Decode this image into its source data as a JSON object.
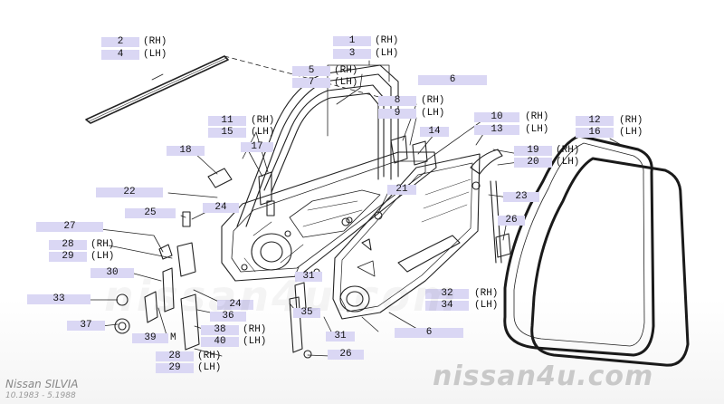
{
  "labels": {
    "p2": "2",
    "p4": "4",
    "p1": "1",
    "p3": "3",
    "p5": "5",
    "p7": "7",
    "p6_top": "6",
    "p8": "8",
    "p9": "9",
    "p10": "10",
    "p13": "13",
    "p11": "11",
    "p15": "15",
    "p12": "12",
    "p16": "16",
    "p14": "14",
    "p17": "17",
    "p18": "18",
    "p19": "19",
    "p20": "20",
    "p21": "21",
    "p22": "22",
    "p23": "23",
    "p24_a": "24",
    "p25": "25",
    "p26_a": "26",
    "p27": "27",
    "p28_a": "28",
    "p29_a": "29",
    "p30": "30",
    "p31_a": "31",
    "p32": "32",
    "p34": "34",
    "p33": "33",
    "p24_b": "24",
    "p36": "36",
    "p35": "35",
    "p37": "37",
    "p38": "38",
    "p40": "40",
    "p39": "39",
    "p31_b": "31",
    "p6_bottom": "6",
    "p26_b": "26",
    "p28_b": "28",
    "p29_b": "29"
  },
  "side": {
    "rh": "(RH)",
    "lh": "(LH)",
    "m": "M"
  },
  "watermark": {
    "site": "nissan4u.com",
    "faint": "nissan4u.com"
  },
  "caption": {
    "model": "Nissan SILVIA",
    "dates": "10.1983 - 5.1988"
  }
}
